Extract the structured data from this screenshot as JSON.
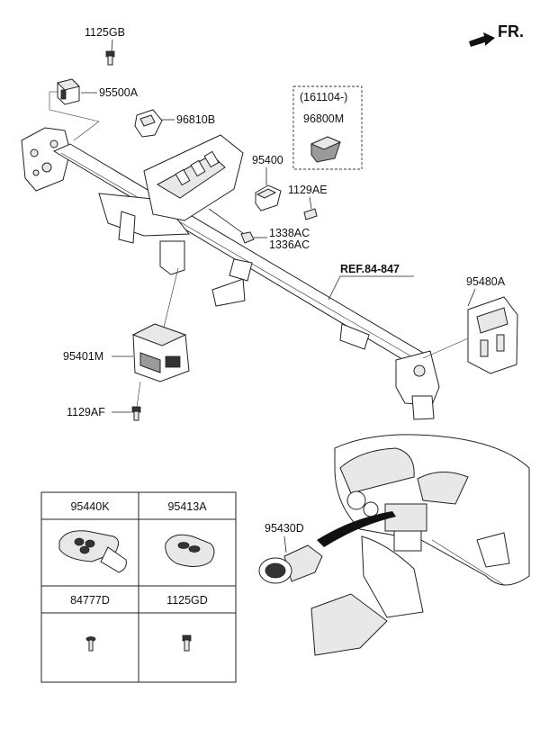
{
  "direction": "FR.",
  "callouts": {
    "p1125GB": "1125GB",
    "p95500A": "95500A",
    "p96810B": "96810B",
    "p161104": "(161104-)",
    "p96800M": "96800M",
    "p95400": "95400",
    "p1129AE": "1129AE",
    "p1338AC": "1338AC",
    "p1336AC": "1336AC",
    "ref": "REF.84-847",
    "p95480A": "95480A",
    "p95401M": "95401M",
    "p1129AF": "1129AF",
    "p95430D": "95430D"
  },
  "table": {
    "c1": "95440K",
    "c2": "95413A",
    "c3": "84777D",
    "c4": "1125GD"
  },
  "icons": [
    "arrow-icon",
    "remote-key-icon",
    "smart-key-icon",
    "screw-icon",
    "bolt-icon"
  ]
}
